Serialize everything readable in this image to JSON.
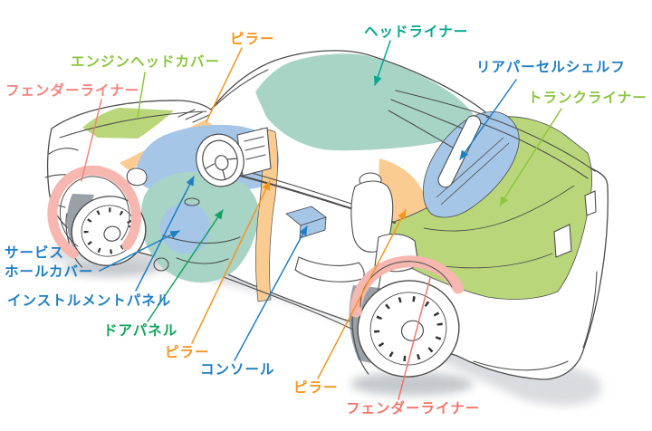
{
  "labels": [
    {
      "id": "engine-head-cover",
      "text": "エンジンヘッドカバー",
      "color": "#8CC63F"
    },
    {
      "id": "fender-liner-front",
      "text": "フェンダーライナー",
      "color": "#F4837D"
    },
    {
      "id": "pillar-a",
      "text": "ピラー",
      "color": "#F7941D"
    },
    {
      "id": "head-liner",
      "text": "ヘッドライナー",
      "color": "#00A98F"
    },
    {
      "id": "rear-parcel-shelf",
      "text": "リアパーセルシェルフ",
      "color": "#1F7FC4"
    },
    {
      "id": "trunk-liner",
      "text": "トランクライナー",
      "color": "#8CC63F"
    },
    {
      "id": "service-hole-cover",
      "text": "サービス\nホールカバー",
      "color": "#1F7FC4"
    },
    {
      "id": "instrument-panel",
      "text": "インストルメントパネル",
      "color": "#1F7FC4"
    },
    {
      "id": "door-panel",
      "text": "ドアパネル",
      "color": "#12A35E"
    },
    {
      "id": "pillar-b",
      "text": "ピラー",
      "color": "#F7941D"
    },
    {
      "id": "console",
      "text": "コンソール",
      "color": "#1F7FC4"
    },
    {
      "id": "pillar-c",
      "text": "ピラー",
      "color": "#F7941D"
    },
    {
      "id": "fender-liner-rear",
      "text": "フェンダーライナー",
      "color": "#F2746C"
    }
  ],
  "regions": {
    "engine_head_cover": "#B9D77A",
    "trunk_liner": "#B9D77A",
    "head_liner": "#A8D4C6",
    "door_panel": "#A8D4C6",
    "instrument_panel": "#A5C6E7",
    "service_hole_cover": "#A5C6E7",
    "console": "#A5C6E7",
    "rear_parcel_shelf": "#A5C6E7",
    "pillar": "#FACC92",
    "fender_liner": "#F5B7AF"
  },
  "palette": {
    "label_blue": "#1F7FC4",
    "label_orange": "#F7941D",
    "label_teal": "#00A98F",
    "label_green": "#8CC63F",
    "label_door_green": "#12A35E",
    "label_pink": "#F4837D",
    "label_red": "#F2746C",
    "line_art": "#4d4d4d",
    "shadow": "#dadbe0",
    "wheel_well": "#9aa0a7",
    "background": "#FFFFFF"
  }
}
